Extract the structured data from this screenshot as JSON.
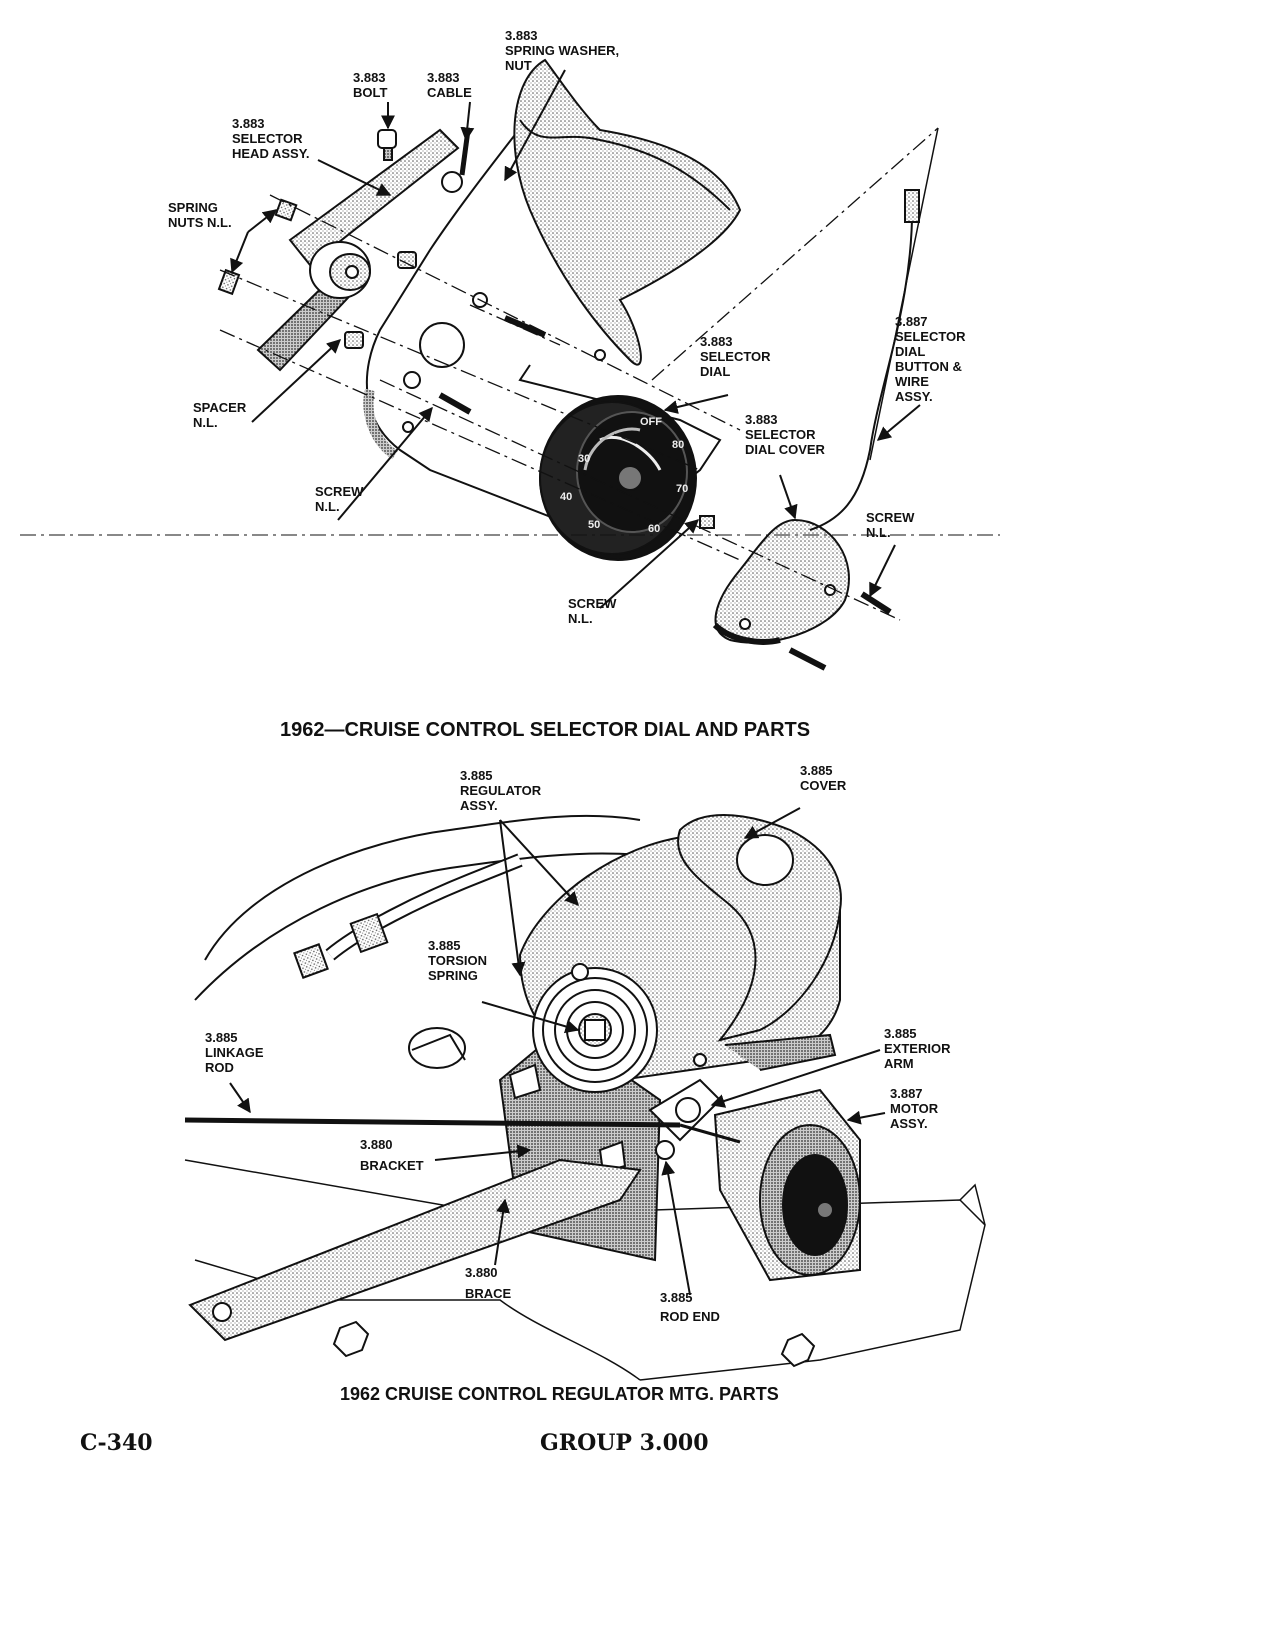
{
  "figure1": {
    "caption": "1962—CRUISE CONTROL SELECTOR DIAL AND PARTS",
    "labels": {
      "spring_washer": [
        "3.883",
        "SPRING WASHER,",
        "NUT"
      ],
      "bolt": [
        "3.883",
        "BOLT"
      ],
      "cable": [
        "3.883",
        "CABLE"
      ],
      "selector_head": [
        "3.883",
        "SELECTOR",
        "HEAD ASSY."
      ],
      "spring_nuts": [
        "SPRING",
        "NUTS N.L."
      ],
      "selector_dial": [
        "3.883",
        "SELECTOR",
        "DIAL"
      ],
      "button_wire": [
        "3.887",
        "SELECTOR",
        "DIAL",
        "BUTTON &",
        "WIRE",
        "ASSY."
      ],
      "dial_cover": [
        "3.883",
        "SELECTOR",
        "DIAL COVER"
      ],
      "spacer": [
        "SPACER",
        "N.L."
      ],
      "screw_left": [
        "SCREW",
        "N.L."
      ],
      "screw_right": [
        "SCREW",
        "N.L."
      ],
      "screw_bottom": [
        "SCREW",
        "N.L."
      ]
    },
    "dial_marks": [
      "OFF",
      "80",
      "70",
      "60",
      "50",
      "40",
      "30"
    ]
  },
  "figure2": {
    "caption": "1962 CRUISE CONTROL REGULATOR MTG. PARTS",
    "labels": {
      "regulator": [
        "3.885",
        "REGULATOR",
        "ASSY."
      ],
      "cover": [
        "3.885",
        "COVER"
      ],
      "torsion": [
        "3.885",
        "TORSION",
        "SPRING"
      ],
      "linkage": [
        "3.885",
        "LINKAGE",
        "ROD"
      ],
      "exterior_arm": [
        "3.885",
        "EXTERIOR",
        "ARM"
      ],
      "motor": [
        "3.887",
        "MOTOR",
        "ASSY."
      ],
      "bracket": [
        "3.880",
        "BRACKET"
      ],
      "brace": [
        "3.880",
        "BRACE"
      ],
      "rod_end": [
        "3.885",
        "ROD END"
      ]
    }
  },
  "footer": {
    "page_number": "C-340",
    "group": "GROUP 3.000"
  }
}
